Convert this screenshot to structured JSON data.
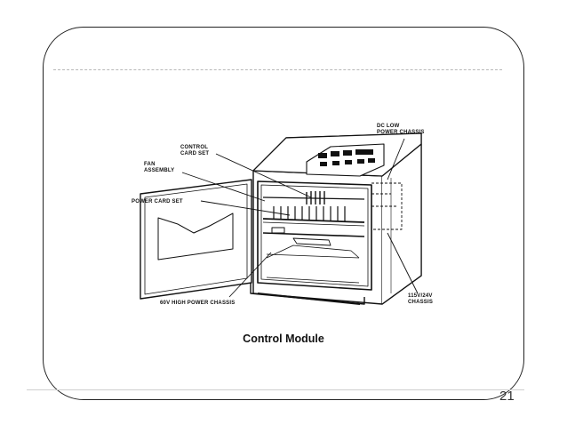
{
  "labels": {
    "dc_low_power_chassis": [
      "DC LOW",
      "POWER CHASSIS"
    ],
    "control_card_set": [
      "CONTROL",
      "CARD SET"
    ],
    "fan_assembly": [
      "FAN",
      "ASSEMBLY"
    ],
    "power_card_set": "POWER CARD SET",
    "high_power_chassis": "60V HIGH POWER CHASSIS",
    "chassis_115v_24v": [
      "115V/24V",
      "CHASSIS"
    ]
  },
  "caption": "Control Module",
  "page_number": "21",
  "colors": {
    "ink": "#111111",
    "frame": "#222222",
    "scan_lines": "#b8b8b8"
  }
}
